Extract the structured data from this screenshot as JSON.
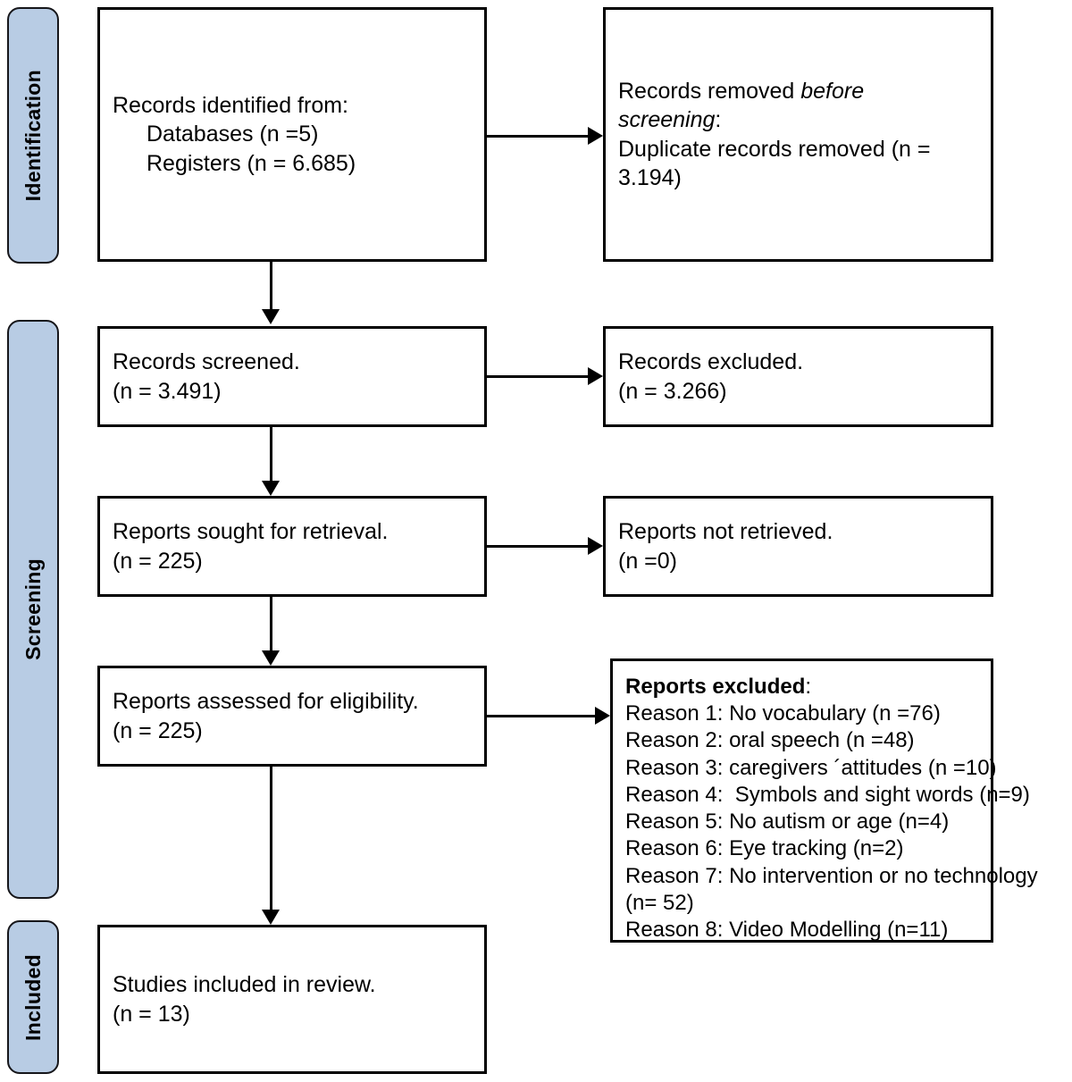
{
  "diagram": {
    "title": "PRISMA 2020 flow diagram",
    "accent_color": "#b8cce4",
    "line_color": "#000000",
    "box_fill": "#ffffff"
  },
  "phases": [
    {
      "id": "identification",
      "label": "Identification"
    },
    {
      "id": "screening",
      "label": "Screening"
    },
    {
      "id": "included",
      "label": "Included"
    }
  ],
  "boxes": {
    "records_identified": {
      "line1": "Records identified from:",
      "line2": "Databases (n =5)",
      "line3": "Registers (n = 6.685)"
    },
    "records_removed": {
      "line1_a": "Records removed ",
      "line1_b": "before",
      "line2_a": "screening",
      "line2_b": ":",
      "line3": "Duplicate records removed (n =",
      "line4": "3.194)"
    },
    "records_screened": {
      "line1": "Records screened.",
      "line2": "(n = 3.491)"
    },
    "records_excluded": {
      "line1": "Records excluded.",
      "line2": "(n = 3.266)"
    },
    "reports_sought": {
      "line1": "Reports sought for retrieval.",
      "line2": "(n = 225)"
    },
    "reports_not_retrieved": {
      "line1": "Reports not retrieved.",
      "line2": "(n =0)"
    },
    "reports_assessed": {
      "line1": "Reports assessed for eligibility.",
      "line2": "(n = 225)"
    },
    "reports_excluded": {
      "heading_a": "Reports excluded",
      "heading_b": ":",
      "reasons": [
        "Reason 1: No vocabulary (n =76)",
        "Reason 2: oral speech (n =48)",
        "Reason 3: caregivers ´attitudes (n =10)",
        "Reason 4:  Symbols and sight words (n=9)",
        "Reason 5: No autism or age (n=4)",
        "Reason 6: Eye tracking (n=2)",
        "Reason 7: No intervention or no technology",
        "(n= 52)",
        "Reason 8: Video Modelling (n=11)"
      ]
    },
    "studies_included": {
      "line1": "Studies included in review.",
      "line2": "(n = 13)"
    }
  },
  "chart_data": {
    "type": "diagram",
    "title": "PRISMA 2020 flow diagram",
    "nodes": [
      {
        "id": "records_identified",
        "phase": "Identification",
        "label": "Records identified from: Databases (n =5); Registers (n = 6.685)",
        "n_databases": 5,
        "n_registers": 6685
      },
      {
        "id": "records_removed",
        "phase": "Identification",
        "label": "Records removed before screening: Duplicate records removed (n = 3.194)",
        "n": 3194
      },
      {
        "id": "records_screened",
        "phase": "Screening",
        "label": "Records screened.",
        "n": 3491
      },
      {
        "id": "records_excluded",
        "phase": "Screening",
        "label": "Records excluded.",
        "n": 3266
      },
      {
        "id": "reports_sought",
        "phase": "Screening",
        "label": "Reports sought for retrieval.",
        "n": 225
      },
      {
        "id": "reports_not_retrieved",
        "phase": "Screening",
        "label": "Reports not retrieved.",
        "n": 0
      },
      {
        "id": "reports_assessed",
        "phase": "Screening",
        "label": "Reports assessed for eligibility.",
        "n": 225
      },
      {
        "id": "reports_excluded",
        "phase": "Screening",
        "label": "Reports excluded",
        "reasons": [
          {
            "reason": "Reason 1: No vocabulary",
            "n": 76
          },
          {
            "reason": "Reason 2: oral speech",
            "n": 48
          },
          {
            "reason": "Reason 3: caregivers ´attitudes",
            "n": 10
          },
          {
            "reason": "Reason 4: Symbols and sight words",
            "n": 9
          },
          {
            "reason": "Reason 5: No autism or age",
            "n": 4
          },
          {
            "reason": "Reason 6: Eye tracking",
            "n": 2
          },
          {
            "reason": "Reason 7: No intervention or no technology",
            "n": 52
          },
          {
            "reason": "Reason 8: Video Modelling",
            "n": 11
          }
        ]
      },
      {
        "id": "studies_included",
        "phase": "Included",
        "label": "Studies included in review.",
        "n": 13
      }
    ],
    "edges": [
      {
        "from": "records_identified",
        "to": "records_removed",
        "direction": "right"
      },
      {
        "from": "records_identified",
        "to": "records_screened",
        "direction": "down"
      },
      {
        "from": "records_screened",
        "to": "records_excluded",
        "direction": "right"
      },
      {
        "from": "records_screened",
        "to": "reports_sought",
        "direction": "down"
      },
      {
        "from": "reports_sought",
        "to": "reports_not_retrieved",
        "direction": "right"
      },
      {
        "from": "reports_sought",
        "to": "reports_assessed",
        "direction": "down"
      },
      {
        "from": "reports_assessed",
        "to": "reports_excluded",
        "direction": "right"
      },
      {
        "from": "reports_assessed",
        "to": "studies_included",
        "direction": "down"
      }
    ]
  }
}
